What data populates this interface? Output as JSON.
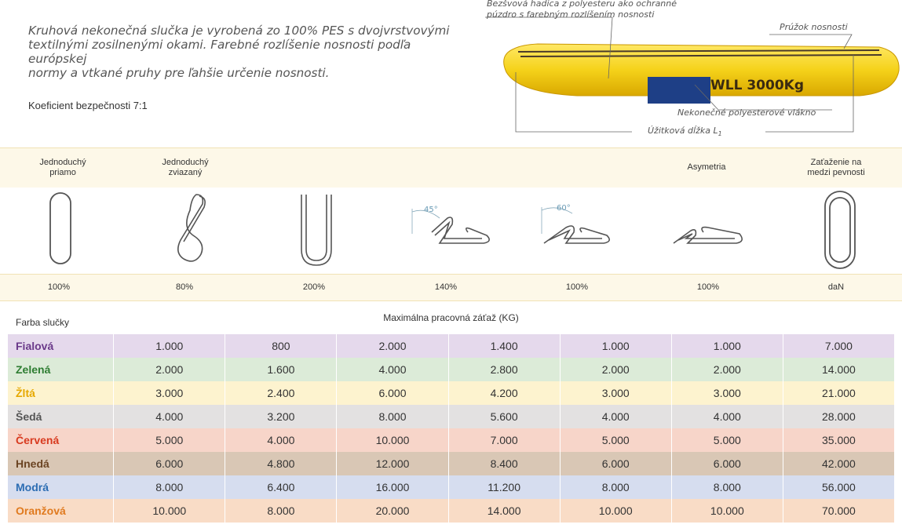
{
  "intro": {
    "line1": "Kruhová nekonečná slučka je vyrobená zo 100% PES s dvojvrstvovými",
    "line2": "textilnými zosilnenými okami. Farebné rozlíšenie nosnosti podľa európskej",
    "line3": "normy a vtkané pruhy pre ľahšie určenie nosnosti."
  },
  "safety": "Koeficient bezpečnosti 7:1",
  "figure": {
    "label_hose_1": "Bezšvová hadica z polyesteru ako ochranné",
    "label_hose_2": "púzdro s farebným rozlíšením nosnosti",
    "label_stripe": "Prúžok nosnosti",
    "label_fiber": "Nekonečné polyesterové vlákno",
    "label_length": "Úžitková dĺžka L",
    "label_length_sub": "1",
    "wll_text": "WLL 3000Kg",
    "sling_color": "#f5d21a"
  },
  "configs": [
    {
      "label": "Jednoduchý\npriamo",
      "pct": "100%"
    },
    {
      "label": "Jednoduchý\nzviazaný",
      "pct": "80%"
    },
    {
      "label": "",
      "pct": "200%"
    },
    {
      "label": "",
      "pct": "140%",
      "angle": "45°"
    },
    {
      "label": "",
      "pct": "100%",
      "angle": "60°"
    },
    {
      "label": "Asymetria",
      "pct": "100%"
    },
    {
      "label": "Zaťaženie na\nmedzi pevnosti",
      "pct": "daN"
    }
  ],
  "table": {
    "color_header": "Farba slučky",
    "max_header": "Maximálna pracovná záťaž  (KG)",
    "rows": [
      {
        "name": "Fialová",
        "name_color": "#6b3a8a",
        "bg": "#e5d9ec",
        "values": [
          "1.000",
          "800",
          "2.000",
          "1.400",
          "1.000",
          "1.000",
          "7.000"
        ]
      },
      {
        "name": "Zelená",
        "name_color": "#2e7d32",
        "bg": "#dcebd8",
        "values": [
          "2.000",
          "1.600",
          "4.000",
          "2.800",
          "2.000",
          "2.000",
          "14.000"
        ]
      },
      {
        "name": "Žltá",
        "name_color": "#e6a800",
        "bg": "#fdf3cf",
        "values": [
          "3.000",
          "2.400",
          "6.000",
          "4.200",
          "3.000",
          "3.000",
          "21.000"
        ]
      },
      {
        "name": "Šedá",
        "name_color": "#555555",
        "bg": "#e3e1e1",
        "values": [
          "4.000",
          "3.200",
          "8.000",
          "5.600",
          "4.000",
          "4.000",
          "28.000"
        ]
      },
      {
        "name": "Červená",
        "name_color": "#d83a1f",
        "bg": "#f7d5c9",
        "values": [
          "5.000",
          "4.000",
          "10.000",
          "7.000",
          "5.000",
          "5.000",
          "35.000"
        ]
      },
      {
        "name": "Hnedá",
        "name_color": "#6b4423",
        "bg": "#d9c7b5",
        "values": [
          "6.000",
          "4.800",
          "12.000",
          "8.400",
          "6.000",
          "6.000",
          "42.000"
        ]
      },
      {
        "name": "Modrá",
        "name_color": "#2c6db3",
        "bg": "#d6ddef",
        "values": [
          "8.000",
          "6.400",
          "16.000",
          "11.200",
          "8.000",
          "8.000",
          "56.000"
        ]
      },
      {
        "name": "Oranžová",
        "name_color": "#e07a1f",
        "bg": "#f9dcc6",
        "values": [
          "10.000",
          "8.000",
          "20.000",
          "14.000",
          "10.000",
          "10.000",
          "70.000"
        ]
      }
    ]
  }
}
